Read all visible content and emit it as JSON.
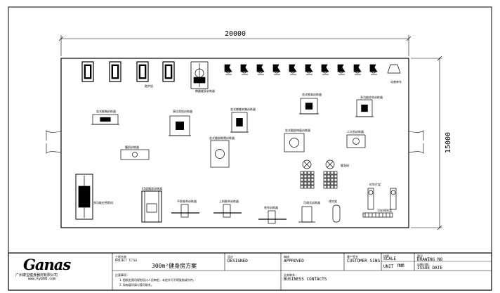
{
  "plan": {
    "width_dim": "20000",
    "height_dim": "15000"
  },
  "equipment_labels": [
    "跑步机",
    "跑步机",
    "跑步机",
    "跑步机",
    "椭圆健身训练器",
    "坐式推胸训练器",
    "高拉背肌训练器",
    "坐式蝴蝶夹胸训练器",
    "坐式推肩训练器",
    "多功能综合训练器",
    "腹肌训练器",
    "坐式腿部推蹬训练器",
    "坐式腿部伸展训练器",
    "腿部训练器",
    "二头肌训练器",
    "坐式腿部弯曲训练器",
    "多功能史密斯机",
    "45度腿部训练器",
    "平卧推举训练器",
    "上斜推举训练器",
    "哑铃训练器",
    "平凳",
    "可调式训练器",
    "哑铃架",
    "杠铃片架",
    "健身球",
    "动感单车",
    "10对哑铃架"
  ],
  "title_block": {
    "company_cn": "广州康宝健身器材有限公司",
    "company_url": "www.kyb68.com",
    "logo_text": "Ganas",
    "project_label": "工程名称",
    "project_en": "PROJECT TITLE",
    "project_value": "300m²健身房方案",
    "design_label": "设计",
    "design_en": "DESIGNED",
    "approve_label": "审核",
    "approve_en": "APPROVED",
    "customer_label": "客户签名",
    "customer_en": "CUSTOMER SING",
    "scale_label": "比例",
    "scale_en": "SCALE",
    "unit_en": "UNIT",
    "unit_value": "mm",
    "drawing_label": "图号",
    "drawing_en": "DRAWING NO",
    "issue_label": "出图日期",
    "issue_en": "ISSUE DATE",
    "notes_label": "注意事项:",
    "note_1": "1.图纸由我司规划设计人员审定，未经许可不得复制或外传。",
    "note_2": "2.如有疑问请与我司联系。",
    "contact_label": "业务联系:",
    "contact_en": "BUSINESS CONTACTS"
  },
  "colors": {
    "line": "#000000",
    "background": "#ffffff"
  }
}
